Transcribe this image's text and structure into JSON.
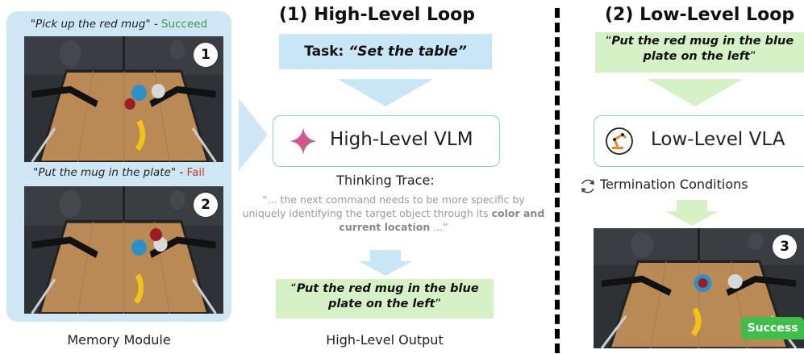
{
  "memory_module": {
    "step1_caption": "\"Pick up the red mug\"",
    "step1_sep": " - ",
    "step1_result": "Succeed",
    "step1_number": "1",
    "step2_caption": "\"Put the mug in the plate\"",
    "step2_sep": " - ",
    "step2_result": "Fail",
    "step2_number": "2",
    "label": "Memory Module"
  },
  "high_level_loop": {
    "title": "(1) High-Level Loop",
    "task_prefix": "Task: ",
    "task_text": "“Set the table”",
    "model_name": "High-Level VLM",
    "thinking_title": "Thinking Trace:",
    "thinking_part1": "“... the next command needs to be more specific by uniquely identifying the target object through its ",
    "thinking_bold": "color and current location",
    "thinking_part2": " ...”",
    "output_open": "“",
    "output_text": "Put the red mug in the blue plate on the left",
    "output_close": "”",
    "label": "High-Level Output"
  },
  "low_level_loop": {
    "title": "(2) Low-Level Loop",
    "command_open": "“",
    "command_text": "Put the red mug in the blue plate on the left",
    "command_close": "”",
    "model_name": "Low-Level VLA",
    "termination_label": "Termination Conditions",
    "step3_number": "3",
    "success_badge": "Success"
  },
  "colors": {
    "succeed": "#3a9a4a",
    "fail": "#c0392b",
    "task_box": "#c9e6f7",
    "command_box": "#d6f1c6",
    "memory_panel": "#cfe6f5"
  }
}
